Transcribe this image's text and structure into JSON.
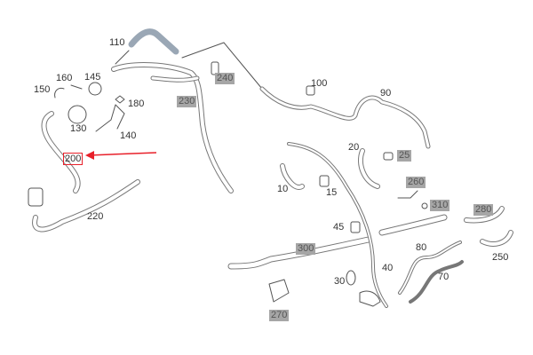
{
  "diagram": {
    "type": "exploded-parts-diagram",
    "subject": "coolant / heater hose assembly",
    "colors": {
      "line": "#555555",
      "highlight_bg": "#a6a6a6",
      "callout": "#e8202a",
      "hose_110_fill": "#9aa7b5"
    },
    "callout": {
      "target_part": "200",
      "arrow": "red-arrow-pointing-left"
    },
    "parts": [
      {
        "id": "110",
        "highlighted": false
      },
      {
        "id": "160",
        "highlighted": false
      },
      {
        "id": "145",
        "highlighted": false
      },
      {
        "id": "150",
        "highlighted": false
      },
      {
        "id": "180",
        "highlighted": false
      },
      {
        "id": "130",
        "highlighted": false
      },
      {
        "id": "140",
        "highlighted": false
      },
      {
        "id": "200",
        "highlighted": false,
        "boxed": true
      },
      {
        "id": "220",
        "highlighted": false
      },
      {
        "id": "230",
        "highlighted": true
      },
      {
        "id": "240",
        "highlighted": true
      },
      {
        "id": "100",
        "highlighted": false
      },
      {
        "id": "90",
        "highlighted": false
      },
      {
        "id": "20",
        "highlighted": false
      },
      {
        "id": "25",
        "highlighted": true
      },
      {
        "id": "10",
        "highlighted": false
      },
      {
        "id": "15",
        "highlighted": false
      },
      {
        "id": "260",
        "highlighted": true
      },
      {
        "id": "310",
        "highlighted": true
      },
      {
        "id": "280",
        "highlighted": true
      },
      {
        "id": "45",
        "highlighted": false
      },
      {
        "id": "300",
        "highlighted": true
      },
      {
        "id": "80",
        "highlighted": false
      },
      {
        "id": "250",
        "highlighted": false
      },
      {
        "id": "70",
        "highlighted": false
      },
      {
        "id": "40",
        "highlighted": false
      },
      {
        "id": "30",
        "highlighted": false
      },
      {
        "id": "270",
        "highlighted": true
      }
    ]
  }
}
